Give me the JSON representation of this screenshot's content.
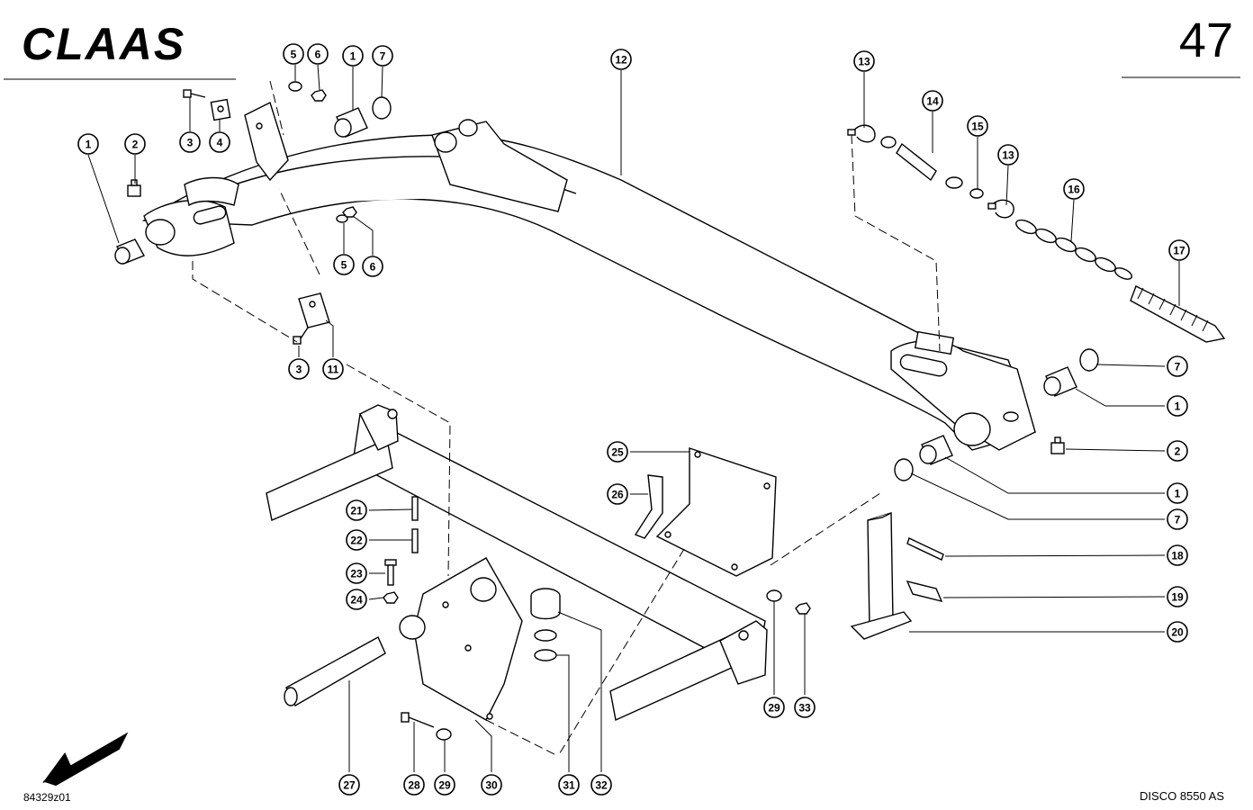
{
  "header": {
    "brand": "CLAAS",
    "page_number": "47"
  },
  "footer": {
    "drawing_id": "84329z01",
    "model": "DISCO 8550 AS"
  },
  "callouts": [
    {
      "id": "c1a",
      "label": "5"
    },
    {
      "id": "c1b",
      "label": "6"
    },
    {
      "id": "c1c",
      "label": "1"
    },
    {
      "id": "c1d",
      "label": "7"
    },
    {
      "id": "c1e",
      "label": "12"
    },
    {
      "id": "c1f",
      "label": "13"
    },
    {
      "id": "c1g",
      "label": "14"
    },
    {
      "id": "c1h",
      "label": "15"
    },
    {
      "id": "c1i",
      "label": "13"
    },
    {
      "id": "c1j",
      "label": "16"
    },
    {
      "id": "c1k",
      "label": "17"
    },
    {
      "id": "c2a",
      "label": "1"
    },
    {
      "id": "c2b",
      "label": "2"
    },
    {
      "id": "c2c",
      "label": "3"
    },
    {
      "id": "c2d",
      "label": "4"
    },
    {
      "id": "c2e",
      "label": "5"
    },
    {
      "id": "c2f",
      "label": "6"
    },
    {
      "id": "c2g",
      "label": "3"
    },
    {
      "id": "c2h",
      "label": "11"
    },
    {
      "id": "c3a",
      "label": "7"
    },
    {
      "id": "c3b",
      "label": "1"
    },
    {
      "id": "c3c",
      "label": "2"
    },
    {
      "id": "c3d",
      "label": "1"
    },
    {
      "id": "c3e",
      "label": "7"
    },
    {
      "id": "c3f",
      "label": "18"
    },
    {
      "id": "c3g",
      "label": "19"
    },
    {
      "id": "c3h",
      "label": "20"
    },
    {
      "id": "c4a",
      "label": "25"
    },
    {
      "id": "c4b",
      "label": "26"
    },
    {
      "id": "c4c",
      "label": "21"
    },
    {
      "id": "c4d",
      "label": "22"
    },
    {
      "id": "c4e",
      "label": "23"
    },
    {
      "id": "c4f",
      "label": "24"
    },
    {
      "id": "c5a",
      "label": "27"
    },
    {
      "id": "c5b",
      "label": "28"
    },
    {
      "id": "c5c",
      "label": "29"
    },
    {
      "id": "c5d",
      "label": "30"
    },
    {
      "id": "c5e",
      "label": "31"
    },
    {
      "id": "c5f",
      "label": "32"
    },
    {
      "id": "c5g",
      "label": "29"
    },
    {
      "id": "c5h",
      "label": "33"
    }
  ]
}
